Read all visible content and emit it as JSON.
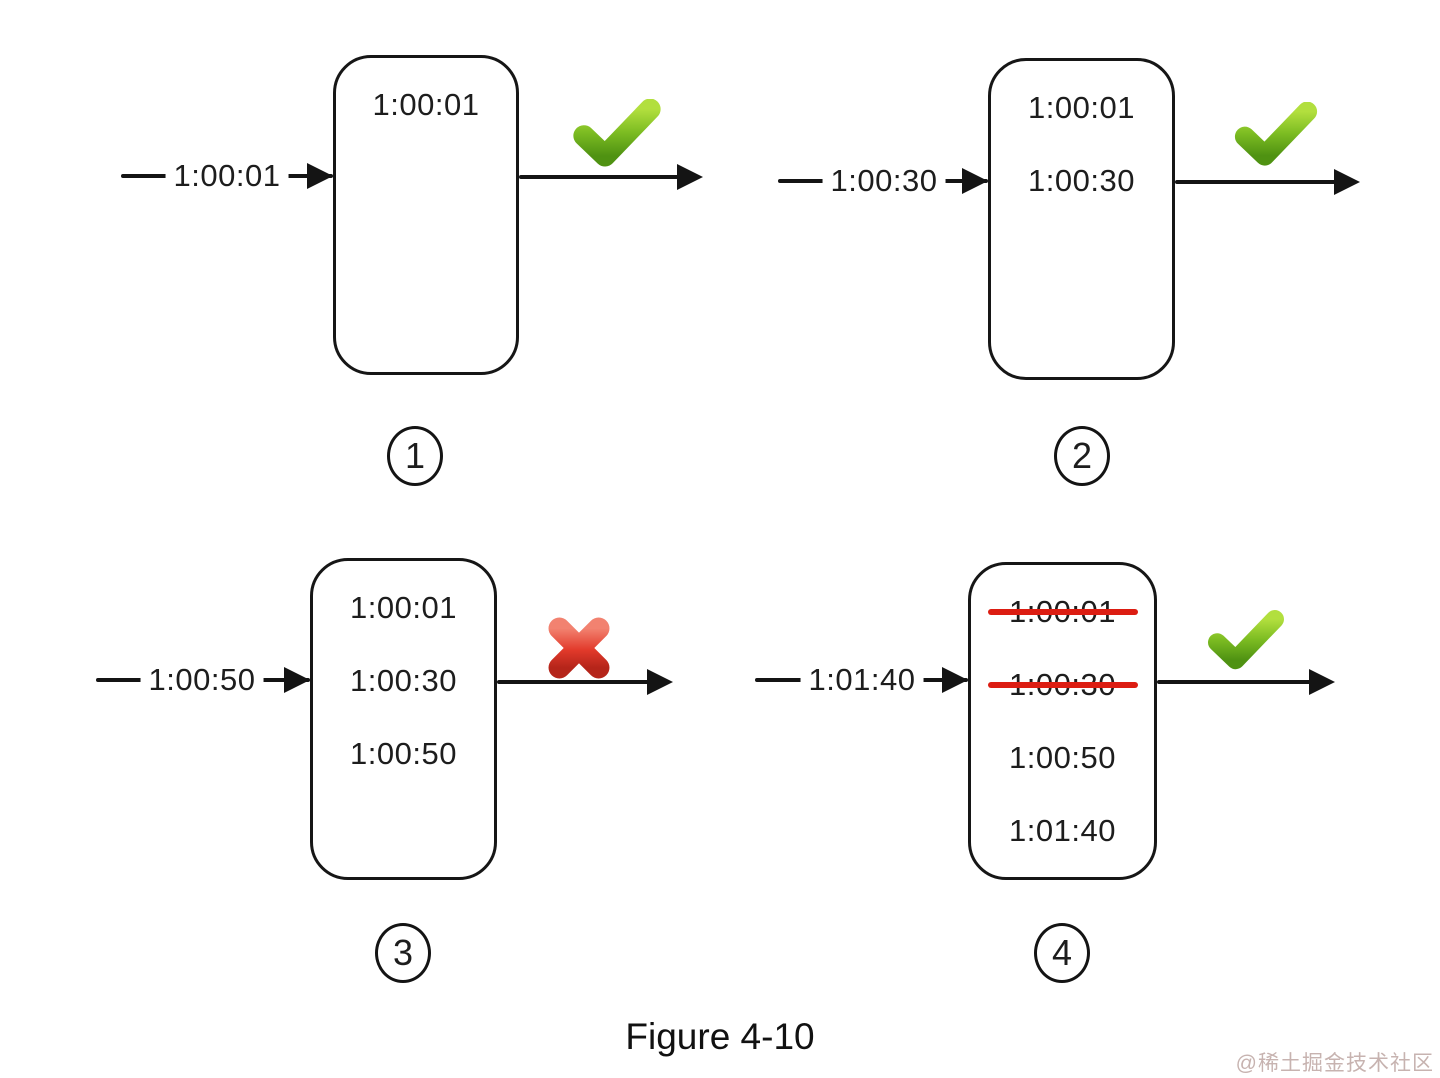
{
  "figure": {
    "caption": "Figure 4-10",
    "watermark": "@稀土掘金技术社区"
  },
  "colors": {
    "line_black": "#141414",
    "strike_red": "#dc1d12",
    "check_green_light": "#b2df3e",
    "check_green_dark": "#4f9212",
    "cross_red_light": "#f28270",
    "cross_red_dark": "#b5251a",
    "watermark_gray": "#c7b3b0"
  },
  "icons": {
    "accepted": "check-icon",
    "rejected": "cross-icon"
  },
  "panels": [
    {
      "badge": "1",
      "incoming": "1:00:01",
      "result": "accepted",
      "entries": [
        {
          "time": "1:00:01",
          "struck": false
        }
      ]
    },
    {
      "badge": "2",
      "incoming": "1:00:30",
      "result": "accepted",
      "entries": [
        {
          "time": "1:00:01",
          "struck": false
        },
        {
          "time": "1:00:30",
          "struck": false
        }
      ]
    },
    {
      "badge": "3",
      "incoming": "1:00:50",
      "result": "rejected",
      "entries": [
        {
          "time": "1:00:01",
          "struck": false
        },
        {
          "time": "1:00:30",
          "struck": false
        },
        {
          "time": "1:00:50",
          "struck": false
        }
      ]
    },
    {
      "badge": "4",
      "incoming": "1:01:40",
      "result": "accepted",
      "entries": [
        {
          "time": "1:00:01",
          "struck": true
        },
        {
          "time": "1:00:30",
          "struck": true
        },
        {
          "time": "1:00:50",
          "struck": false
        },
        {
          "time": "1:01:40",
          "struck": false
        }
      ]
    }
  ]
}
